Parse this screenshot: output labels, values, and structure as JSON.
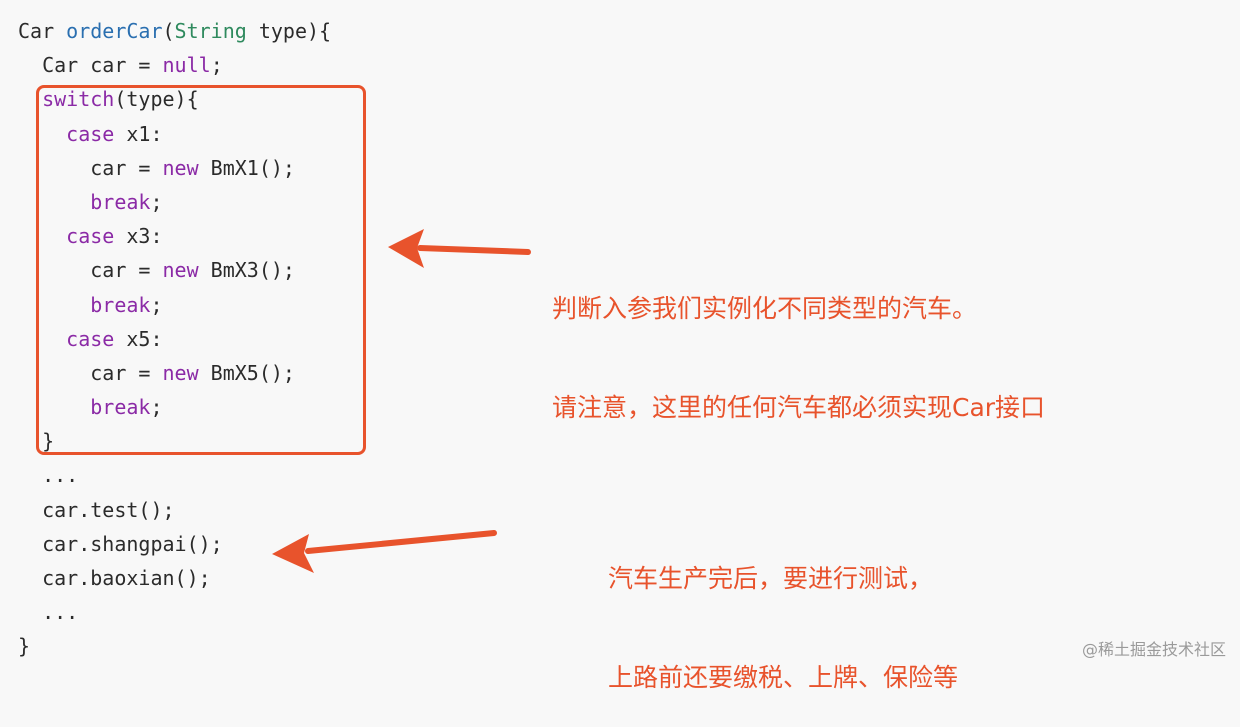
{
  "code": {
    "lines": [
      {
        "indent": "",
        "parts": [
          {
            "t": "Car ",
            "c": ""
          },
          {
            "t": "orderCar",
            "c": "fn"
          },
          {
            "t": "(",
            "c": ""
          },
          {
            "t": "String",
            "c": "ty"
          },
          {
            "t": " type){",
            "c": ""
          }
        ]
      },
      {
        "indent": "  ",
        "parts": [
          {
            "t": "Car car = ",
            "c": ""
          },
          {
            "t": "null",
            "c": "kw"
          },
          {
            "t": ";",
            "c": ""
          }
        ]
      },
      {
        "indent": "  ",
        "parts": [
          {
            "t": "switch",
            "c": "kw"
          },
          {
            "t": "(type){",
            "c": ""
          }
        ]
      },
      {
        "indent": "    ",
        "parts": [
          {
            "t": "case",
            "c": "kw"
          },
          {
            "t": " x1:",
            "c": ""
          }
        ]
      },
      {
        "indent": "      ",
        "parts": [
          {
            "t": "car = ",
            "c": ""
          },
          {
            "t": "new",
            "c": "kw"
          },
          {
            "t": " BmX1();",
            "c": ""
          }
        ]
      },
      {
        "indent": "      ",
        "parts": [
          {
            "t": "break",
            "c": "kw"
          },
          {
            "t": ";",
            "c": ""
          }
        ]
      },
      {
        "indent": "    ",
        "parts": [
          {
            "t": "case",
            "c": "kw"
          },
          {
            "t": " x3:",
            "c": ""
          }
        ]
      },
      {
        "indent": "      ",
        "parts": [
          {
            "t": "car = ",
            "c": ""
          },
          {
            "t": "new",
            "c": "kw"
          },
          {
            "t": " BmX3();",
            "c": ""
          }
        ]
      },
      {
        "indent": "      ",
        "parts": [
          {
            "t": "break",
            "c": "kw"
          },
          {
            "t": ";",
            "c": ""
          }
        ]
      },
      {
        "indent": "    ",
        "parts": [
          {
            "t": "case",
            "c": "kw"
          },
          {
            "t": " x5:",
            "c": ""
          }
        ]
      },
      {
        "indent": "      ",
        "parts": [
          {
            "t": "car = ",
            "c": ""
          },
          {
            "t": "new",
            "c": "kw"
          },
          {
            "t": " BmX5();",
            "c": ""
          }
        ]
      },
      {
        "indent": "      ",
        "parts": [
          {
            "t": "break",
            "c": "kw"
          },
          {
            "t": ";",
            "c": ""
          }
        ]
      },
      {
        "indent": "  ",
        "parts": [
          {
            "t": "}",
            "c": ""
          }
        ]
      },
      {
        "indent": "  ",
        "parts": [
          {
            "t": "...",
            "c": ""
          }
        ]
      },
      {
        "indent": "  ",
        "parts": [
          {
            "t": "car.test();",
            "c": ""
          }
        ]
      },
      {
        "indent": "  ",
        "parts": [
          {
            "t": "car.shangpai();",
            "c": ""
          }
        ]
      },
      {
        "indent": "  ",
        "parts": [
          {
            "t": "car.baoxian();",
            "c": ""
          }
        ]
      },
      {
        "indent": "  ",
        "parts": [
          {
            "t": "...",
            "c": ""
          }
        ]
      },
      {
        "indent": "",
        "parts": [
          {
            "t": "}",
            "c": ""
          }
        ]
      }
    ]
  },
  "annotations": {
    "switch_note": {
      "line1": "判断入参我们实例化不同类型的汽车。",
      "line2": "请注意，这里的任何汽车都必须实现Car接口"
    },
    "calls_note": {
      "line1": "汽车生产完后，要进行测试，",
      "line2": "上路前还要缴税、上牌、保险等"
    }
  },
  "watermark": "@稀土掘金技术社区",
  "colors": {
    "background": "#f8f8f8",
    "text": "#2b2b2b",
    "keyword": "#8b2aa6",
    "function": "#2a6fb0",
    "type": "#2f8a5e",
    "annotation": "#e8532c"
  }
}
